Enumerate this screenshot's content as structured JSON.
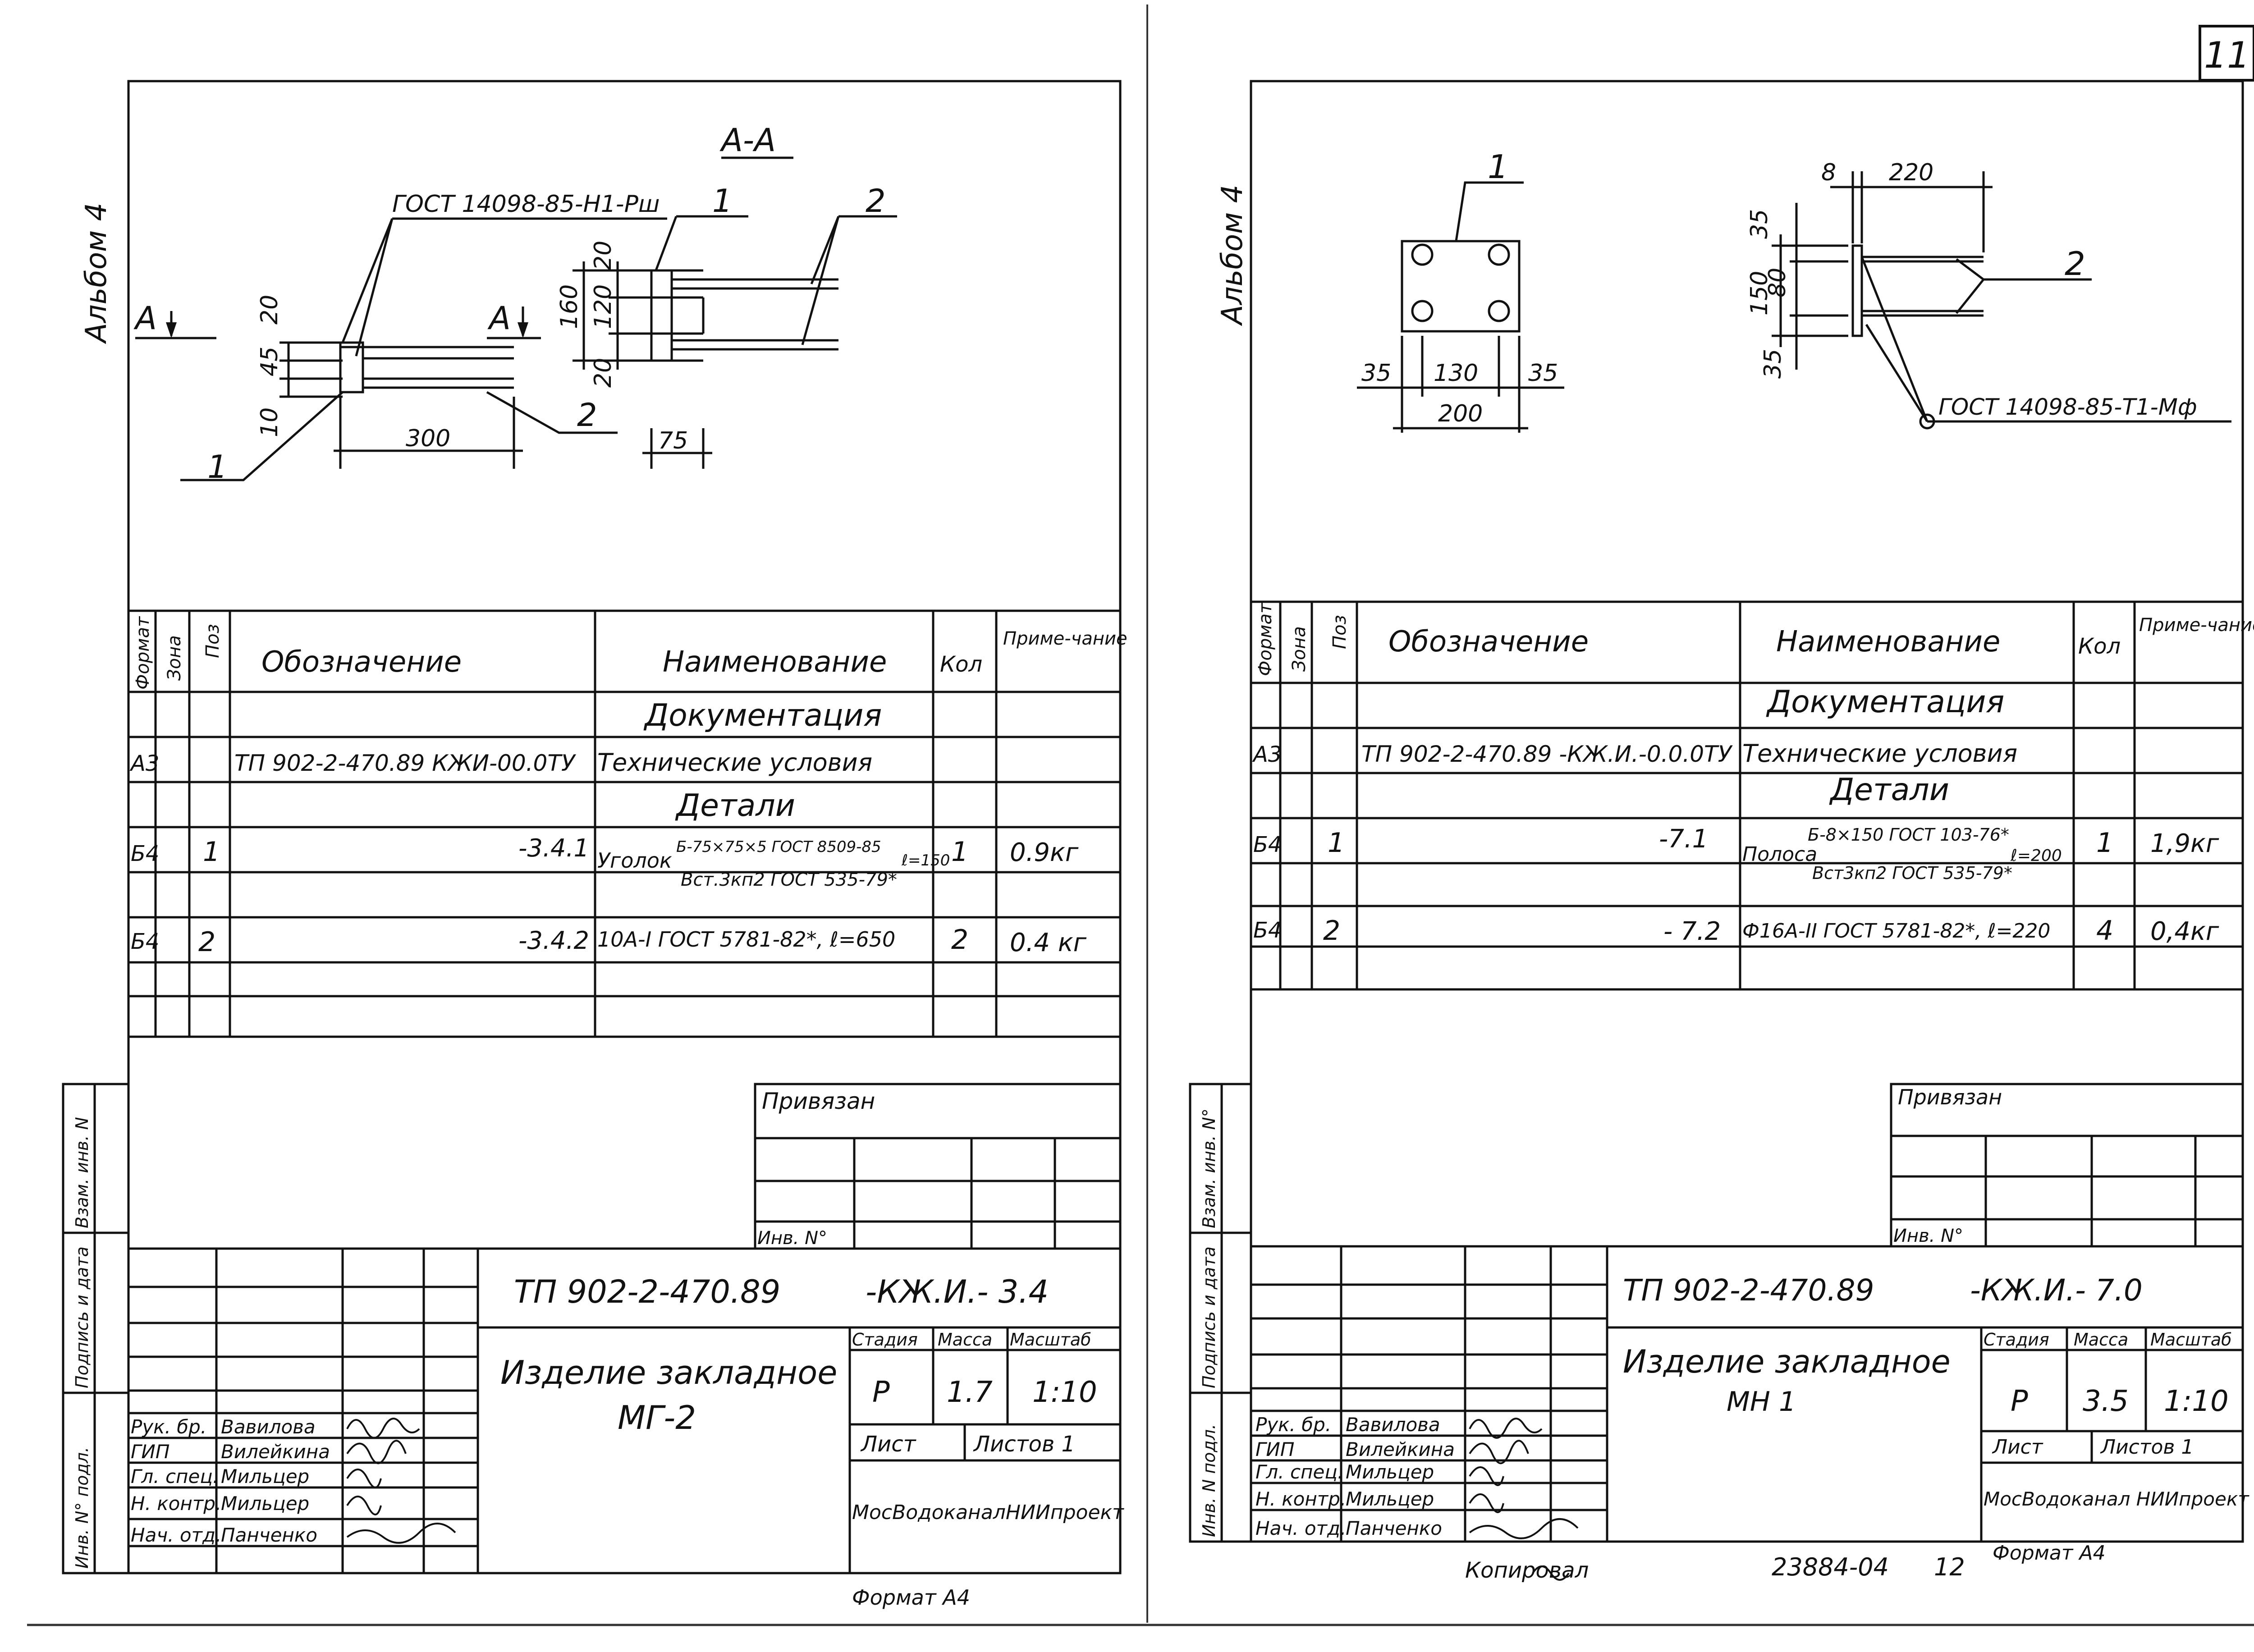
{
  "page_number": "11",
  "left": {
    "album": "Альбом 4",
    "drawing": {
      "section": "А-А",
      "gost": "ГОСТ 14098-85-Н1-Рш",
      "cut": "А",
      "pos1": "1",
      "pos2": "2",
      "dims": {
        "d20a": "20",
        "d45": "45",
        "d10": "10",
        "d300": "300",
        "d160": "160",
        "d120": "120",
        "d20b": "20",
        "d20c": "20",
        "d75": "75"
      }
    },
    "spec": {
      "headers": {
        "format": "Формат",
        "zone": "Зона",
        "pos": "Поз",
        "designation": "Обозначение",
        "name": "Наименование",
        "qty": "Кол",
        "note": "Приме-чание"
      },
      "doc_section": "Документация",
      "doc_row": {
        "format": "А3",
        "designation": "ТП 902-2-470.89 КЖИ-00.0ТУ",
        "name": "Технические условия"
      },
      "details_section": "Детали",
      "row1": {
        "format": "Б4",
        "pos": "1",
        "designation": "-3.4.1",
        "name_main": "Уголок",
        "name_top": "Б-75×75×5 ГОСТ 8509-85",
        "name_len": "ℓ=150",
        "name_bottom": "Вст.3кп2 ГОСТ 535-79*",
        "qty": "1",
        "note": "0.9кг"
      },
      "row2": {
        "format": "Б4",
        "pos": "2",
        "designation": "-3.4.2",
        "name": "10А-I ГОСТ 5781-82*, ℓ=650",
        "qty": "2",
        "note": "0.4 кг"
      }
    },
    "stamp_side": {
      "tied": "Привязан",
      "inv": "Инв. N°"
    },
    "side_labels": {
      "vzam": "Взам. инв. N",
      "sign_date": "Подпись и дата",
      "inv_podl": "Инв. N° подл."
    },
    "title_block": {
      "code": "ТП 902-2-470.89",
      "sheet_code": "-КЖ.И.- 3.4",
      "title_line1": "Изделие закладное",
      "title_line2": "МГ-2",
      "stage_label": "Стадия",
      "mass_label": "Масса",
      "scale_label": "Масштаб",
      "stage": "Р",
      "mass": "1.7",
      "scale": "1:10",
      "sheet_label": "Лист",
      "sheets_label": "Листов 1",
      "org": "МосВодоканалНИИпроект",
      "roles": [
        "Рук. бр.",
        "ГИП",
        "Гл. спец.",
        "Н. контр.",
        "Нач. отд."
      ],
      "names": [
        "Вавилова",
        "Вилейкина",
        "Мильцер",
        "Мильцер",
        "Панченко"
      ]
    },
    "format": "Формат А4"
  },
  "right": {
    "album": "Альбом 4",
    "drawing": {
      "pos1": "1",
      "pos2": "2",
      "gost": "ГОСТ 14098-85-Т1-Мф",
      "dims": {
        "d8": "8",
        "d220": "220",
        "d35a": "35",
        "d150": "150",
        "d80": "80",
        "d35b": "35",
        "d35c": "35",
        "d130": "130",
        "d35d": "35",
        "d200": "200"
      }
    },
    "spec": {
      "headers": {
        "format": "Формат",
        "zone": "Зона",
        "pos": "Поз",
        "designation": "Обозначение",
        "name": "Наименование",
        "qty": "Кол",
        "note": "Приме-чание"
      },
      "doc_section": "Документация",
      "doc_row": {
        "format": "А3",
        "designation": "ТП 902-2-470.89 -КЖ.И.-0.0.0ТУ",
        "name": "Технические условия"
      },
      "details_section": "Детали",
      "row1": {
        "format": "Б4",
        "pos": "1",
        "designation": "-7.1",
        "name_main": "Полоса",
        "name_top": "Б-8×150 ГОСТ 103-76*",
        "name_len": "ℓ=200",
        "name_bottom": "Вст3кп2 ГОСТ 535-79*",
        "qty": "1",
        "note": "1,9кг"
      },
      "row2": {
        "format": "Б4",
        "pos": "2",
        "designation": "- 7.2",
        "name": "Ф16А-II ГОСТ 5781-82*, ℓ=220",
        "qty": "4",
        "note": "0,4кг"
      }
    },
    "stamp_side": {
      "tied": "Привязан",
      "inv": "Инв. N°"
    },
    "side_labels": {
      "vzam": "Взам. инв. N°",
      "sign_date": "Подпись и дата",
      "inv_podl": "Инв. N подл."
    },
    "title_block": {
      "code": "ТП 902-2-470.89",
      "sheet_code": "-КЖ.И.- 7.0",
      "title_line1": "Изделие закладное",
      "title_line2": "МН 1",
      "stage_label": "Стадия",
      "mass_label": "Масса",
      "scale_label": "Масштаб",
      "stage": "Р",
      "mass": "3.5",
      "scale": "1:10",
      "sheet_label": "Лист",
      "sheets_label": "Листов 1",
      "org": "МосВодоканал НИИпроект",
      "roles": [
        "Рук. бр.",
        "ГИП",
        "Гл. спец.",
        "Н. контр.",
        "Нач. отд."
      ],
      "names": [
        "Вавилова",
        "Вилейкина",
        "Мильцер",
        "Мильцер",
        "Панченко"
      ]
    },
    "copied": "Копировал",
    "doc_number": "23884-04",
    "doc_sheet": "12",
    "format": "Формат А4"
  }
}
